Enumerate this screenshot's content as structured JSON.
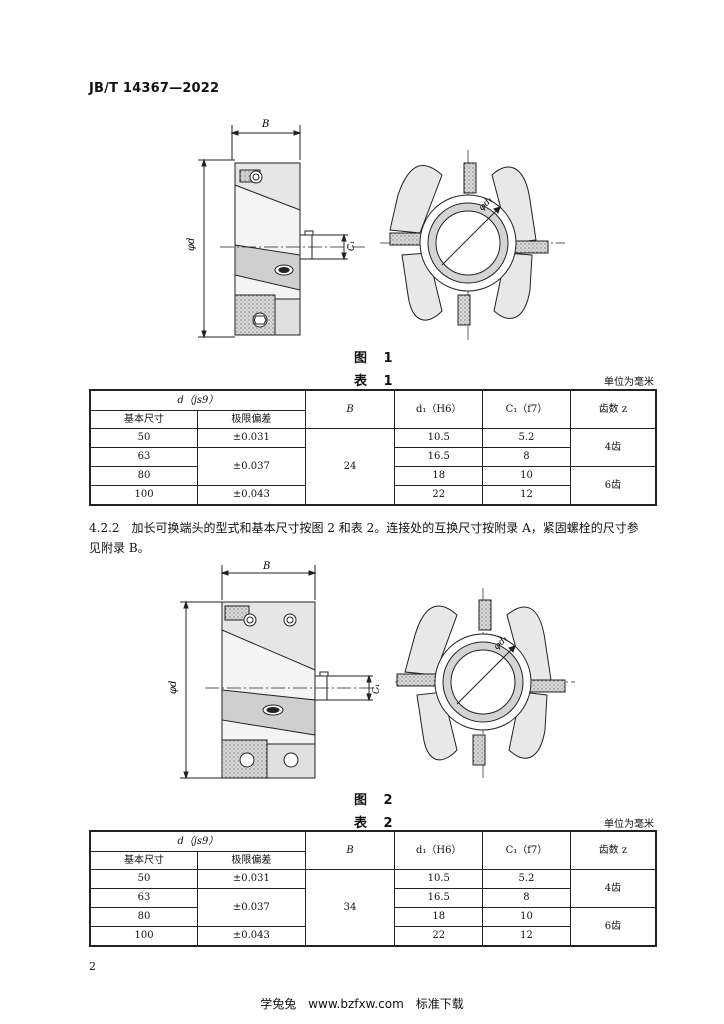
{
  "header": {
    "standard_code": "JB/T 14367—2022"
  },
  "figure1": {
    "caption": "图 1",
    "labels": {
      "B": "B",
      "d": "φd",
      "d1": "φd₁",
      "C1": "C₁"
    }
  },
  "table1": {
    "caption": "表 1",
    "unit": "单位为毫米",
    "group_header": "d（js9）",
    "col_basic": "基本尺寸",
    "col_tol": "极限偏差",
    "col_B": "B",
    "col_d1": "d₁（H6）",
    "col_C1": "C₁（f7）",
    "col_teeth": "齿数 z",
    "rows": [
      {
        "d": "50",
        "tol": "±0.031",
        "d1": "10.5",
        "C1": "5.2"
      },
      {
        "d": "63",
        "tol": "±0.037",
        "d1": "16.5",
        "C1": "8"
      },
      {
        "d": "80",
        "tol": "",
        "d1": "18",
        "C1": "10"
      },
      {
        "d": "100",
        "tol": "±0.043",
        "d1": "22",
        "C1": "12"
      }
    ],
    "B_value": "24",
    "teeth_a": "4齿",
    "teeth_b": "6齿"
  },
  "section": {
    "text_line1": "4.2.2　加长可换端头的型式和基本尺寸按图 2 和表 2。连接处的互换尺寸按附录 A，紧固螺栓的尺寸参",
    "text_line2": "见附录 B。"
  },
  "figure2": {
    "caption": "图 2",
    "labels": {
      "B": "B",
      "d": "φd",
      "d1": "φd₁",
      "C1": "C₁"
    }
  },
  "table2": {
    "caption": "表 2",
    "unit": "单位为毫米",
    "group_header": "d（js9）",
    "col_basic": "基本尺寸",
    "col_tol": "极限偏差",
    "col_B": "B",
    "col_d1": "d₁（H6）",
    "col_C1": "C₁（f7）",
    "col_teeth": "齿数 z",
    "rows": [
      {
        "d": "50",
        "tol": "±0.031",
        "d1": "10.5",
        "C1": "5.2"
      },
      {
        "d": "63",
        "tol": "±0.037",
        "d1": "16.5",
        "C1": "8"
      },
      {
        "d": "80",
        "tol": "",
        "d1": "18",
        "C1": "10"
      },
      {
        "d": "100",
        "tol": "±0.043",
        "d1": "22",
        "C1": "12"
      }
    ],
    "B_value": "34",
    "teeth_a": "4齿",
    "teeth_b": "6齿"
  },
  "footer": {
    "page_number": "2",
    "watermark": "学兔兔　www.bzfxw.com　标准下载"
  }
}
